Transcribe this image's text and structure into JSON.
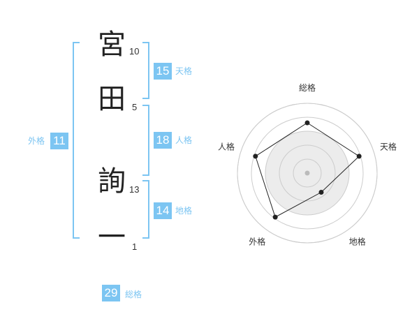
{
  "name": {
    "chars": [
      "宮",
      "田",
      "詢",
      "一"
    ],
    "strokes": [
      10,
      5,
      13,
      1
    ]
  },
  "kaku": {
    "tenkaku": {
      "value": 15,
      "label": "天格"
    },
    "jinkaku": {
      "value": 18,
      "label": "人格"
    },
    "chikaku": {
      "value": 14,
      "label": "地格"
    },
    "gaikaku": {
      "value": 11,
      "label": "外格"
    },
    "soukaku": {
      "value": 29,
      "label": "総格"
    }
  },
  "colors": {
    "accent": "#7cc5f2",
    "chart_fill": "#ececec",
    "chart_ring": "#cccccc"
  },
  "chart_data": {
    "type": "radar",
    "axes": [
      "総格",
      "天格",
      "地格",
      "外格",
      "人格"
    ],
    "values": [
      3.6,
      3.9,
      1.7,
      3.9,
      3.9
    ],
    "rmax": 5,
    "rings": 5,
    "grid": true
  }
}
